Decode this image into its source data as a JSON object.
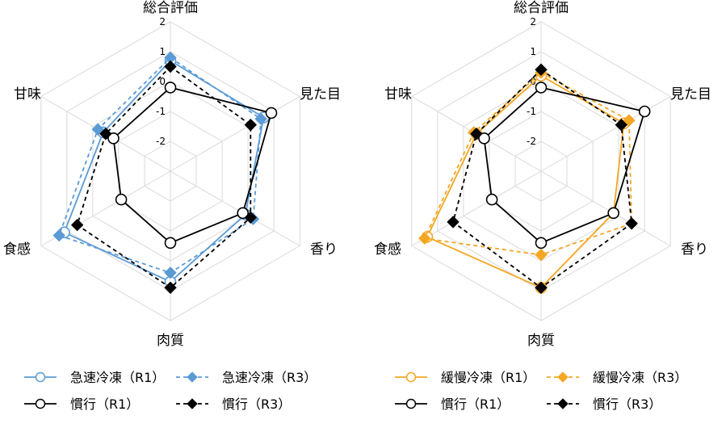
{
  "chart_data": [
    {
      "type": "radar",
      "axes": [
        "総合評価",
        "見た目",
        "香り",
        "肉質",
        "食感",
        "甘味"
      ],
      "tick_labels": [
        "-2",
        "-1",
        "0",
        "1",
        "2"
      ],
      "range": [
        -3,
        2
      ],
      "grid": true,
      "legend_position": "bottom",
      "series": [
        {
          "name": "急速冷凍（R1）",
          "color": "#5b9bd5",
          "line": "solid",
          "marker": "open-circle",
          "values": [
            0.7,
            0.6,
            -0.1,
            0.7,
            1.1,
            -0.4
          ]
        },
        {
          "name": "急速冷凍（R3）",
          "color": "#5b9bd5",
          "line": "dashed",
          "marker": "diamond",
          "values": [
            0.8,
            0.5,
            0.2,
            0.4,
            1.3,
            -0.2
          ]
        },
        {
          "name": "慣行（R1）",
          "color": "#000000",
          "line": "solid",
          "marker": "open-circle",
          "values": [
            -0.2,
            0.9,
            -0.2,
            -0.6,
            -1.1,
            -0.8
          ]
        },
        {
          "name": "慣行（R3）",
          "color": "#000000",
          "line": "dashed",
          "marker": "diamond",
          "values": [
            0.5,
            0.1,
            0.1,
            0.9,
            0.6,
            -0.5
          ]
        }
      ]
    },
    {
      "type": "radar",
      "axes": [
        "総合評価",
        "見た目",
        "香り",
        "肉質",
        "食感",
        "甘味"
      ],
      "tick_labels": [
        "-2",
        "-1",
        "0",
        "1",
        "2"
      ],
      "range": [
        -3,
        2
      ],
      "grid": true,
      "legend_position": "bottom",
      "series": [
        {
          "name": "緩慢冷凍（R1）",
          "color": "#f5a623",
          "line": "solid",
          "marker": "open-circle",
          "values": [
            0.2,
            0.2,
            -0.2,
            0.9,
            1.4,
            -0.5
          ]
        },
        {
          "name": "緩慢冷凍（R3）",
          "color": "#f5a623",
          "line": "dashed",
          "marker": "diamond",
          "values": [
            0.3,
            0.4,
            0.5,
            -0.2,
            1.5,
            -0.4
          ]
        },
        {
          "name": "慣行（R1）",
          "color": "#000000",
          "line": "solid",
          "marker": "open-circle",
          "values": [
            -0.2,
            1.0,
            -0.2,
            -0.6,
            -1.1,
            -0.8
          ]
        },
        {
          "name": "慣行（R3）",
          "color": "#000000",
          "line": "dashed",
          "marker": "diamond",
          "values": [
            0.4,
            0.1,
            0.5,
            0.9,
            0.4,
            -0.5
          ]
        }
      ]
    }
  ]
}
